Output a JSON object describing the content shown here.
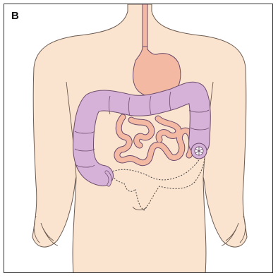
{
  "figure": {
    "panel_label": "B"
  },
  "colors": {
    "skin": "#fbe4cf",
    "body_outline": "#6b5a50",
    "stomach_fill": "#f3b9a3",
    "small_intestine_fill": "#f3b9a3",
    "colon_fill": "#d6b2d8",
    "organ_outline": "#6b4a6b",
    "removed_segment_outline": "#444444",
    "frame": "#333333"
  },
  "icons": [
    "stomach-shape",
    "colon-shape",
    "small-intestine-shape",
    "stoma-shape",
    "removed-colon-outline-shape"
  ]
}
